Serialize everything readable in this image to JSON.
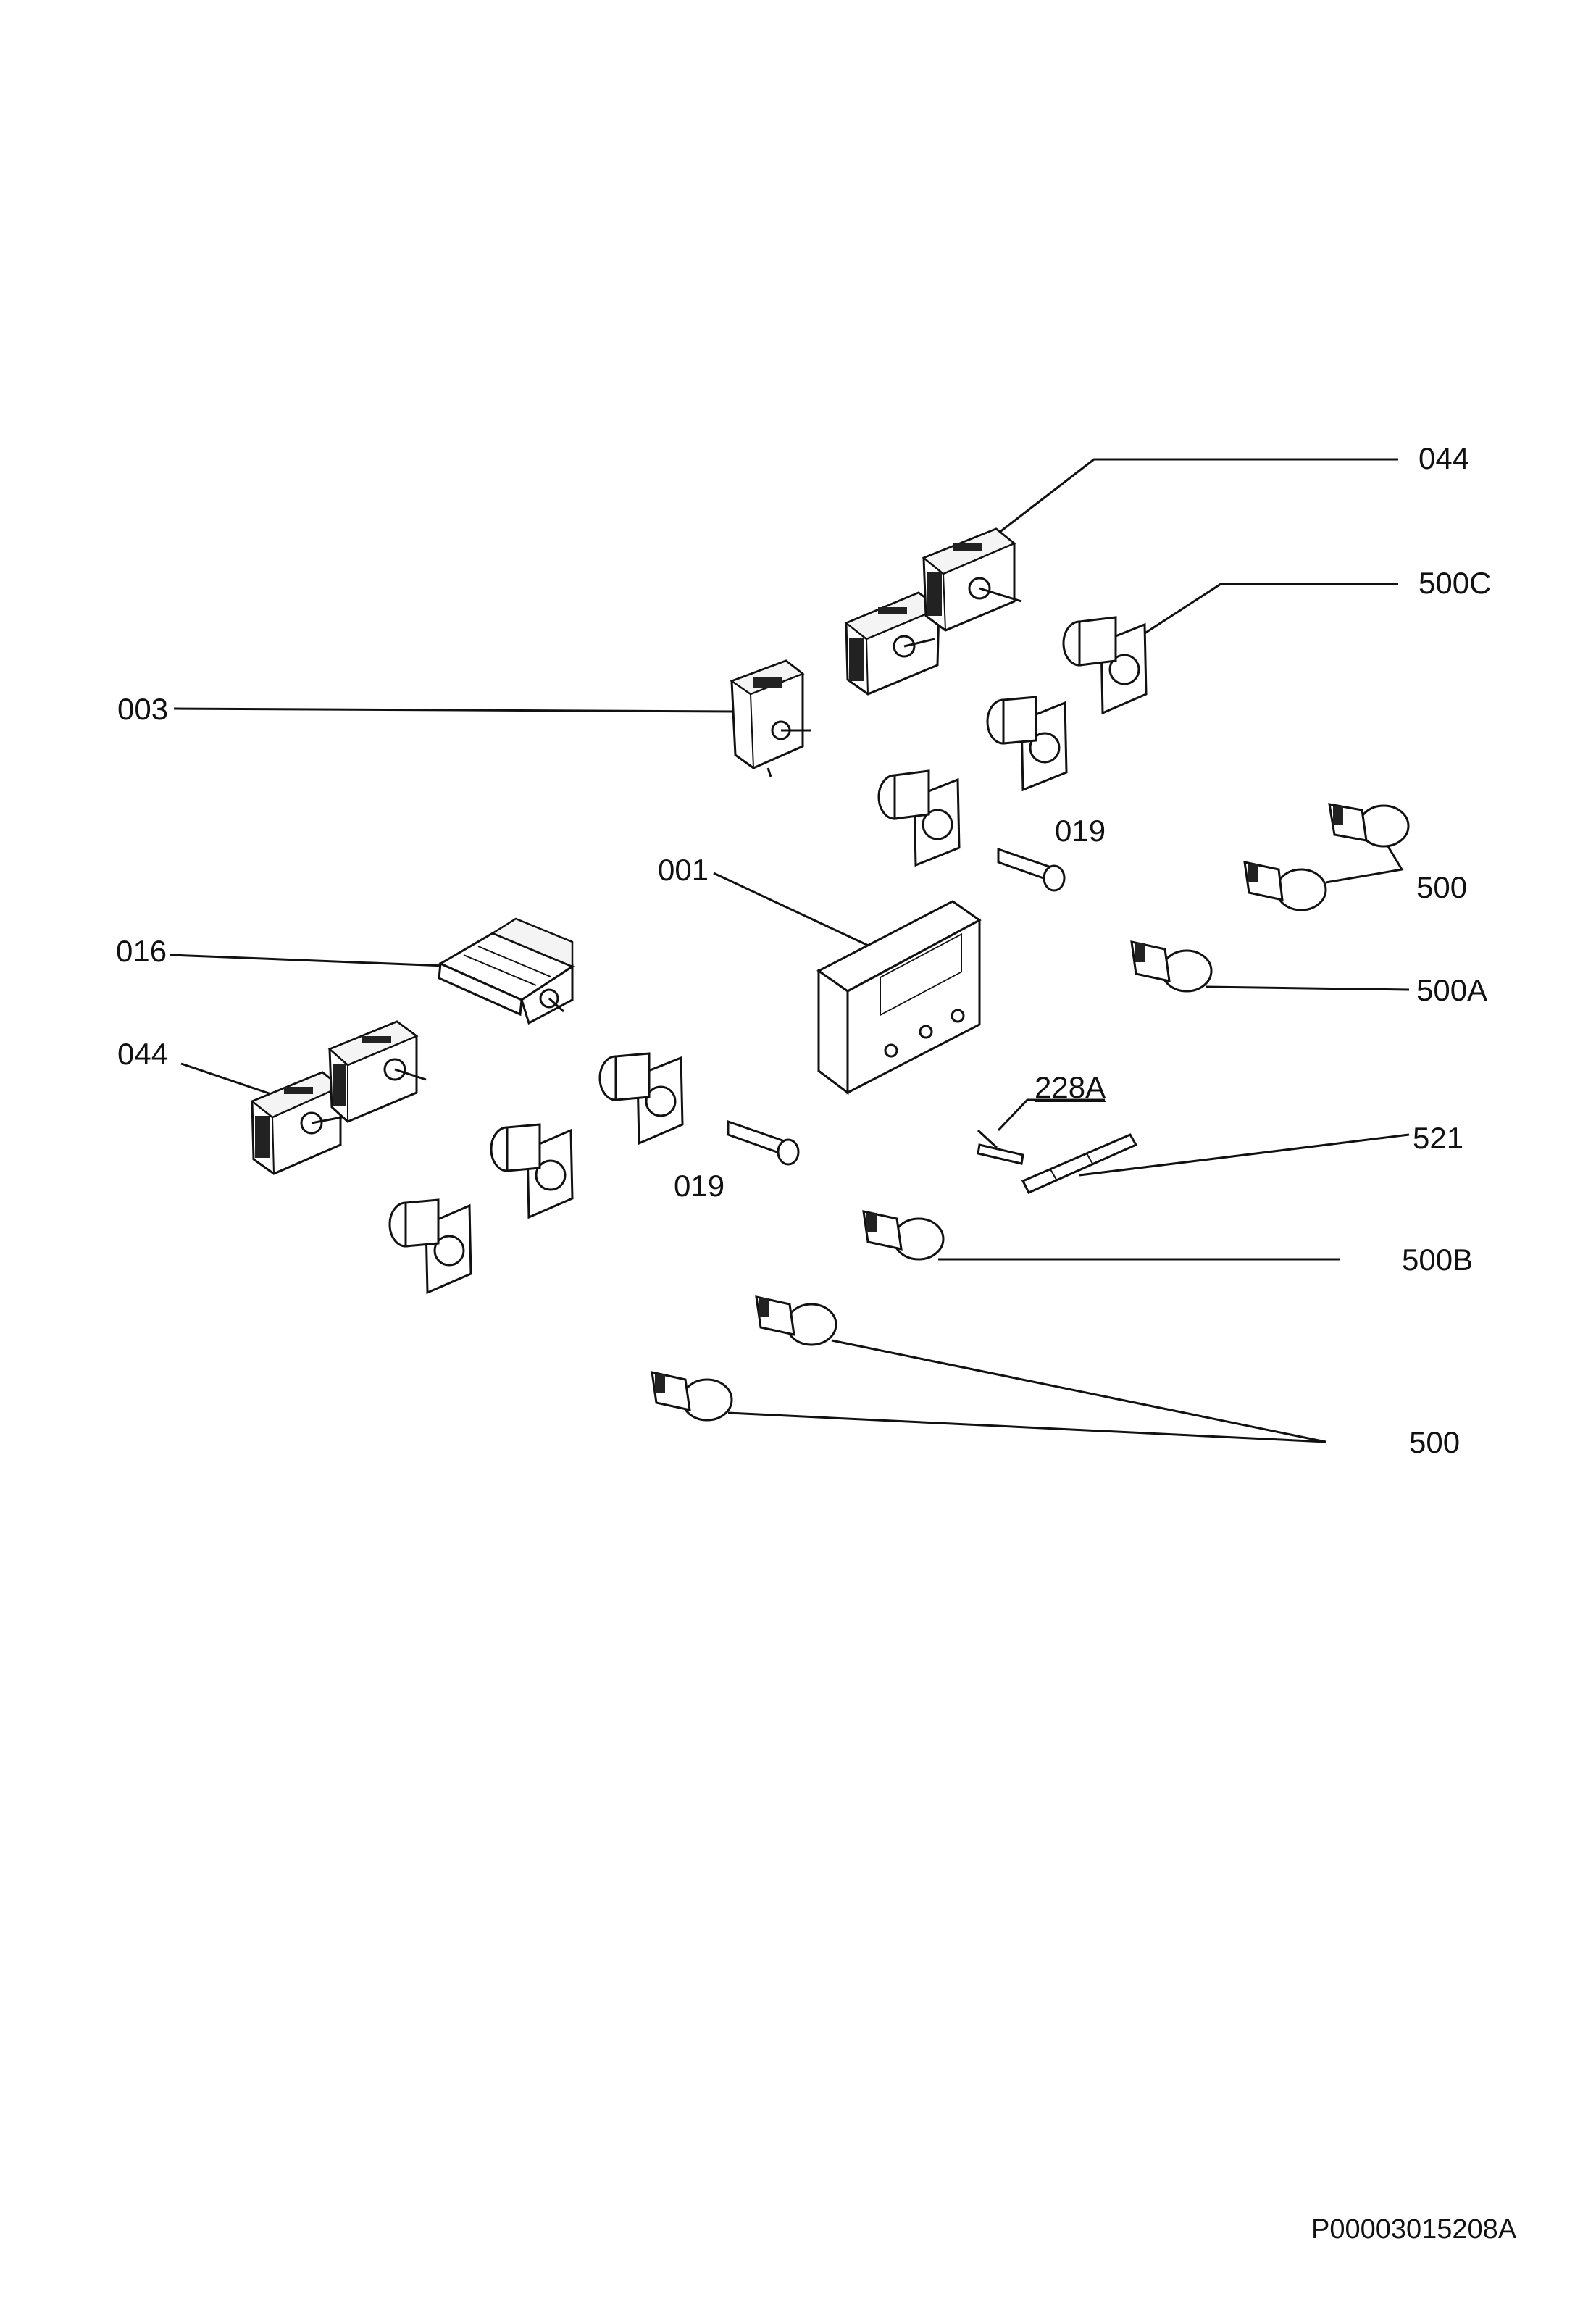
{
  "diagram": {
    "reference_code": "P00003015208A",
    "labels": {
      "l044_top": "044",
      "l500c": "500C",
      "l003": "003",
      "l019_right": "019",
      "l001": "001",
      "l500_right": "500",
      "l016": "016",
      "l500a": "500A",
      "l044_left": "044",
      "l228a": "228A",
      "l521": "521",
      "l019_left": "019",
      "l500b": "500B",
      "l500_bottom": "500"
    }
  }
}
